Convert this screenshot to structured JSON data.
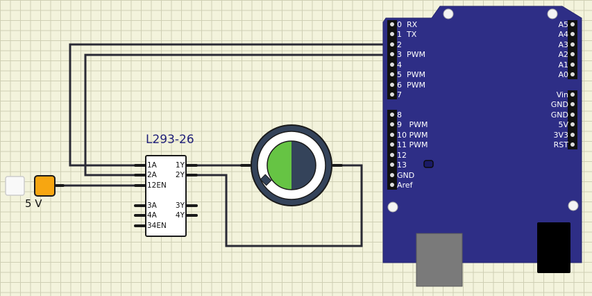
{
  "ic": {
    "title": "L293-26",
    "left_pins": [
      "1A",
      "2A",
      "12EN",
      "3A",
      "4A",
      "34EN"
    ],
    "right_pins": [
      "1Y",
      "2Y",
      "3Y",
      "4Y"
    ]
  },
  "source": {
    "label": "5 V"
  },
  "arduino": {
    "left_pins": [
      "0  RX",
      "1  TX",
      "2",
      "3  PWM",
      "4",
      "5  PWM",
      "6  PWM",
      "7",
      "8",
      "9   PWM",
      "10 PWM",
      "11 PWM",
      "12",
      "13",
      "GND",
      "Aref"
    ],
    "right_pins": [
      "A5",
      "A4",
      "A3",
      "A2",
      "A1",
      "A0",
      "Vin",
      "GND",
      "GND",
      "5V",
      "3V3",
      "RST"
    ]
  },
  "colors": {
    "wire": "#2a2a35",
    "board": "#2e2e86",
    "motor_indicator": "#66c444",
    "motor_dark": "#34435a",
    "source_orange": "#f7a611"
  }
}
